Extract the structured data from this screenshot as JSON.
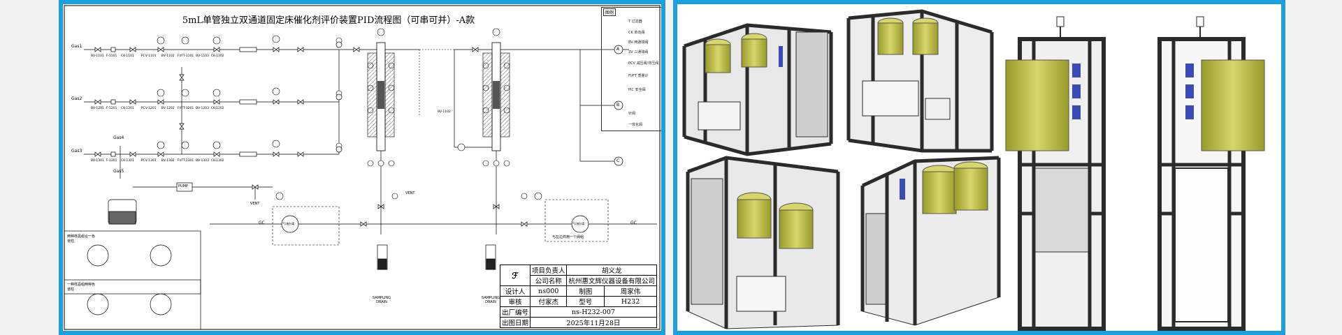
{
  "pid": {
    "title": "5mL单管独立双通道固定床催化剂评价装置PID流程图（可串可并）-A款",
    "gas_inlets": [
      "Gas1",
      "Gas2",
      "Gas3",
      "Gas4",
      "Gas5"
    ],
    "outlets": [
      "A",
      "B",
      "C"
    ],
    "lines": [
      {
        "tags": [
          "BV-1101",
          "F-1101",
          "CK-1101",
          "PCV-1101",
          "BV-1102",
          "FI/FT-1101",
          "BV-1103",
          "CK-1102"
        ]
      },
      {
        "tags": [
          "BV-1201",
          "F-1201",
          "CK-1201",
          "PCV-1201",
          "BV-1202",
          "FI/FT-1201",
          "BV-1203",
          "CK-1202"
        ]
      },
      {
        "tags": [
          "BV-1301",
          "F-1301",
          "CK-1301",
          "PCV-1301",
          "BV-1302",
          "FI/FT-1301",
          "BV-1303",
          "CK-1302"
        ]
      }
    ],
    "pump_label": "PUMP",
    "vent_label": "VENT",
    "gc_label": "GC",
    "gc_box_left": "气/液分离",
    "gc_box_right": "气/液分离",
    "note_right": "与左边共用一个阀组",
    "drain_label": "SAMPLING DRAIN",
    "bv_mid": "BV-1102",
    "legend": {
      "head": "图例",
      "items": [
        "T 过滤器",
        "CK 单向阀",
        "BV 两通球阀",
        "3V 三通球阀",
        "PCV 减压阀/背压阀",
        "FI/FT 质量计",
        "PIC 安全阀",
        "针阀",
        "一体化阀"
      ]
    },
    "inset_top": "两种样品组合一色谱柱",
    "inset_bottom": "一种样品组两种色谱柱",
    "title_block": {
      "manager_label": "项目负责人",
      "manager_name": "胡义龙",
      "company_label": "公司名称",
      "company_name": "杭州惠文辉仪器设备有限公司",
      "design_label": "设计人",
      "design_name": "ns000",
      "draw_label": "制图",
      "draw_name": "周家伟",
      "review_label": "审核",
      "review_name": "付家杰",
      "model_label": "型号",
      "model_name": "H232",
      "drawing_no_label": "出厂编号",
      "drawing_no": "ns-H232-007",
      "date_label": "出图日期",
      "date": "2025年11月28日"
    }
  },
  "colors": {
    "frame_border": "#1aa0dc",
    "cabinet_frame": "#2b2b2b",
    "furnace": "#c3c34a",
    "valve_blue": "#3a4bb5"
  }
}
